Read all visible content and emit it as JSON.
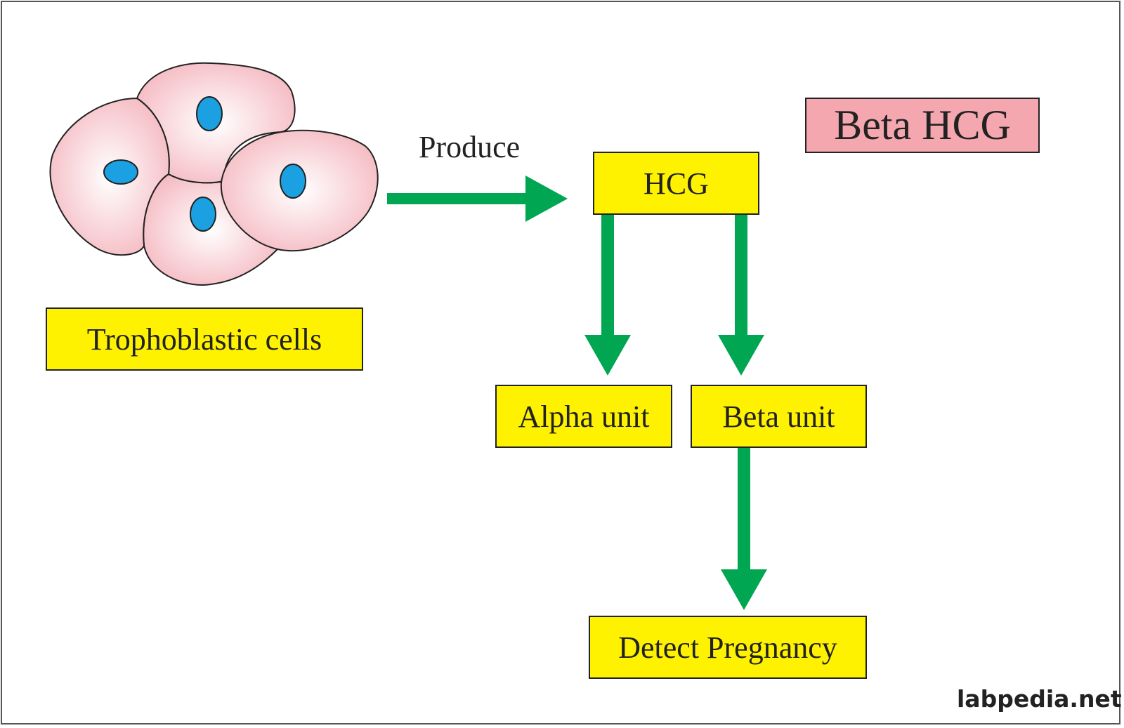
{
  "diagram": {
    "title": "Beta HCG",
    "arrow_label": "Produce",
    "nodes": {
      "cells": "Trophoblastic cells",
      "hcg": "HCG",
      "alpha": "Alpha unit",
      "beta": "Beta unit",
      "detect": "Detect Pregnancy"
    },
    "edges": [
      {
        "from": "cells",
        "to": "hcg",
        "label": "Produce"
      },
      {
        "from": "hcg",
        "to": "alpha"
      },
      {
        "from": "hcg",
        "to": "beta"
      },
      {
        "from": "beta",
        "to": "detect"
      }
    ]
  },
  "watermark": "labpedia.net",
  "colors": {
    "box_fill": "#fff200",
    "title_fill": "#f4a7ae",
    "arrow": "#00a651",
    "cell_fill": "#f6c2c8",
    "nucleus": "#1ba1e2"
  }
}
